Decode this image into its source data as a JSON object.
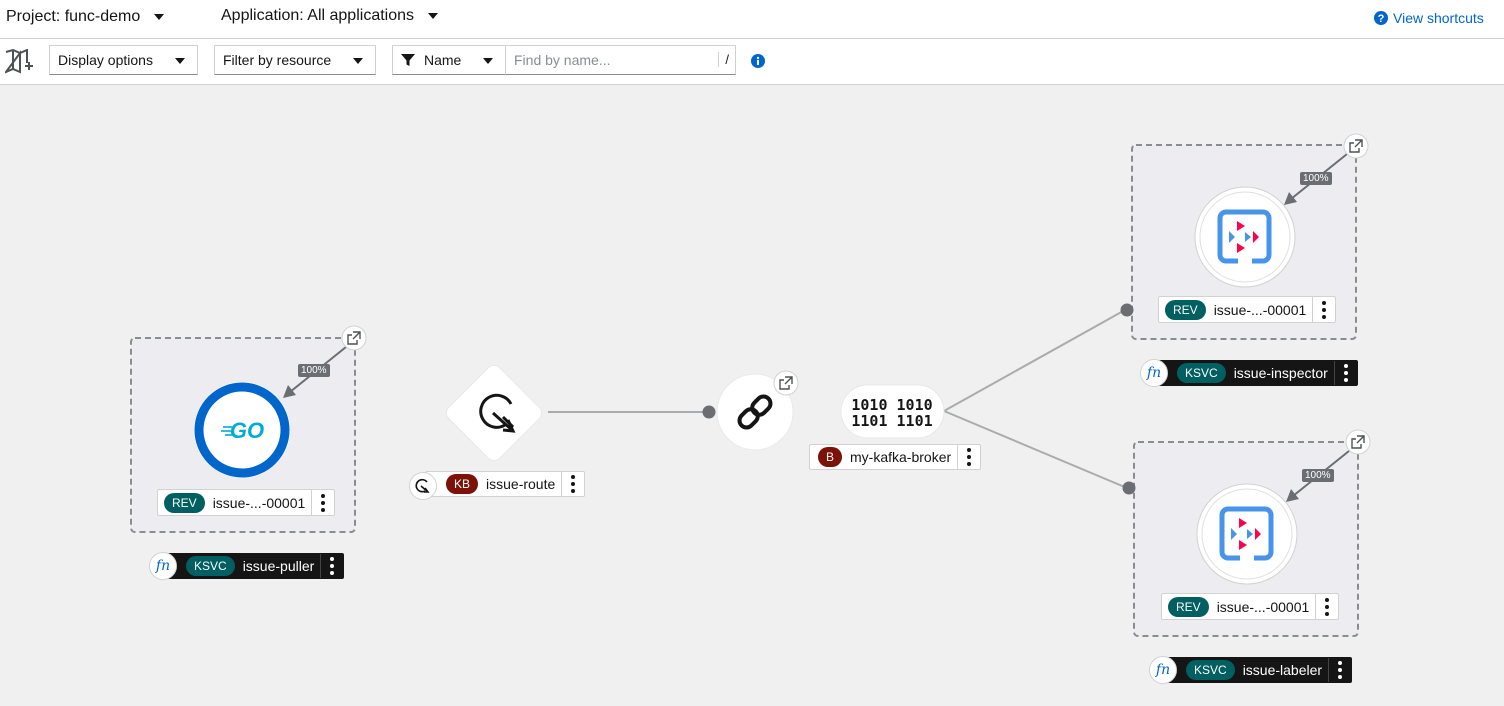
{
  "header": {
    "project_label": "Project: func-demo",
    "application_label": "Application: All applications",
    "shortcuts_link": "View shortcuts"
  },
  "toolbar": {
    "display_options": "Display options",
    "filter_by_resource": "Filter by resource",
    "filter_type": "Name",
    "search_placeholder": "Find by name...",
    "search_shortcut": "/"
  },
  "topology": {
    "puller": {
      "traffic": "100%",
      "revision_badge": "REV",
      "revision_name": "issue-...-00001",
      "service_badge": "KSVC",
      "service_name": "issue-puller",
      "runtime_logo": "GO",
      "fn_label": "fn"
    },
    "route": {
      "badge": "KB",
      "name": "issue-route"
    },
    "broker": {
      "badge": "B",
      "name": "my-kafka-broker",
      "icon_text_top": "1010 1010",
      "icon_text_bottom": "1101 1101"
    },
    "inspector": {
      "traffic": "100%",
      "revision_badge": "REV",
      "revision_name": "issue-...-00001",
      "service_badge": "KSVC",
      "service_name": "issue-inspector",
      "fn_label": "fn"
    },
    "labeler": {
      "traffic": "100%",
      "revision_badge": "REV",
      "revision_name": "issue-...-00001",
      "service_badge": "KSVC",
      "service_name": "issue-labeler",
      "fn_label": "fn"
    }
  },
  "colors": {
    "link": "#0066cc",
    "ksvc_badge": "#005f60",
    "broker_badge": "#7d1007",
    "go_ring": "#0066cc",
    "go_text": "#00acd7",
    "quarkus_blue": "#4695eb",
    "quarkus_red": "#ff004a"
  }
}
